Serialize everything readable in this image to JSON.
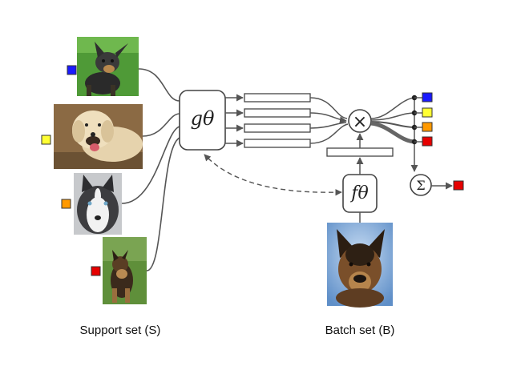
{
  "labels": {
    "g_theta": "gθ",
    "f_theta": "fθ",
    "multiply": "×",
    "sum": "Σ",
    "support_caption": "Support set (S)",
    "batch_caption": "Batch set (B)"
  },
  "support_set": [
    {
      "depicts": "chihuahua",
      "label_color": "#1a1aff"
    },
    {
      "depicts": "labrador",
      "label_color": "#ffff33"
    },
    {
      "depicts": "husky",
      "label_color": "#ff9900"
    },
    {
      "depicts": "german-shepherd",
      "label_color": "#e60000"
    }
  ],
  "output_colors": [
    "#1a1aff",
    "#ffff33",
    "#ff9900",
    "#e60000"
  ],
  "prediction_color": "#e60000",
  "batch_image": {
    "depicts": "german-shepherd-portrait"
  },
  "colors": {
    "line": "#555555",
    "box_stroke": "#444444"
  }
}
